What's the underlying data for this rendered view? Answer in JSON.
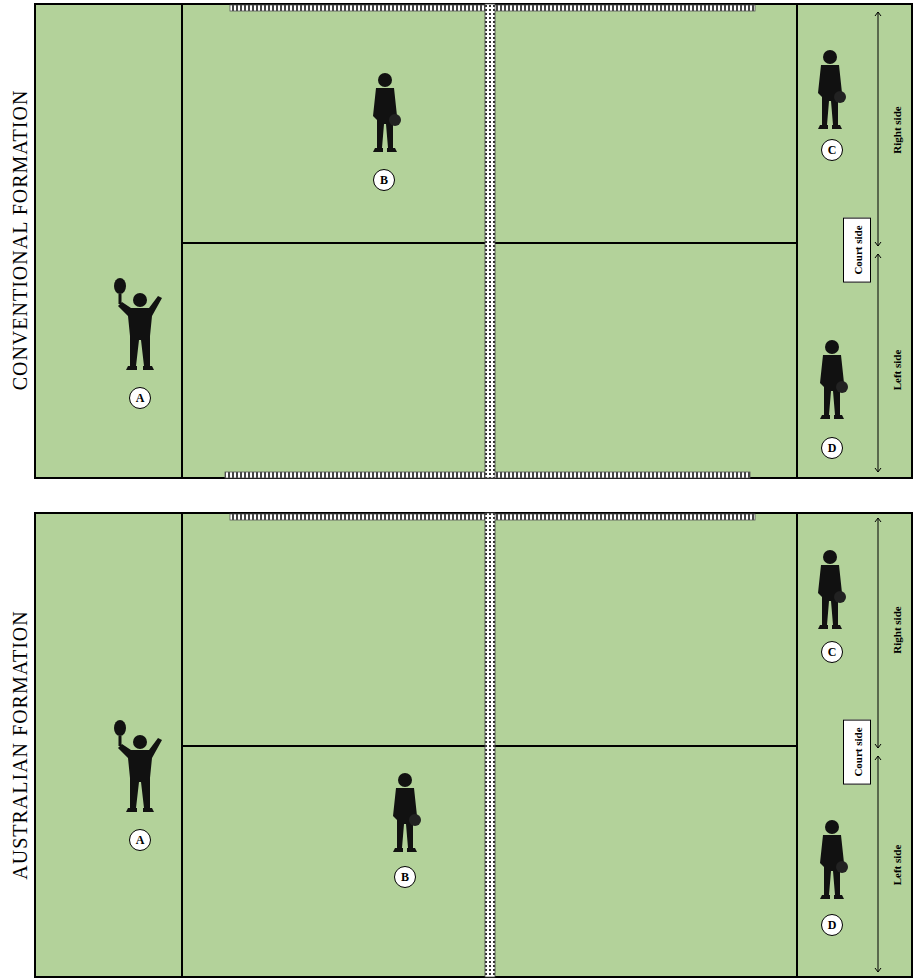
{
  "diagram": {
    "nodes": [
      {
        "text": [
          "A"
        ]
      },
      {
        "text": [
          "B"
        ]
      },
      {
        "text": [
          "C"
        ]
      },
      {
        "text": [
          "Court side"
        ]
      },
      {
        "text": [
          "D"
        ]
      },
      {
        "text": [
          "A"
        ]
      },
      {
        "text": [
          "B"
        ]
      },
      {
        "text": [
          "C"
        ]
      },
      {
        "text": [
          "Court side"
        ]
      },
      {
        "text": [
          "D"
        ]
      }
    ],
    "labels": [
      "CONVENTIONAL FORMATION",
      "Right side",
      "Left side",
      "AUSTRALIAN FORMATION",
      "Right side",
      "Left side"
    ]
  }
}
